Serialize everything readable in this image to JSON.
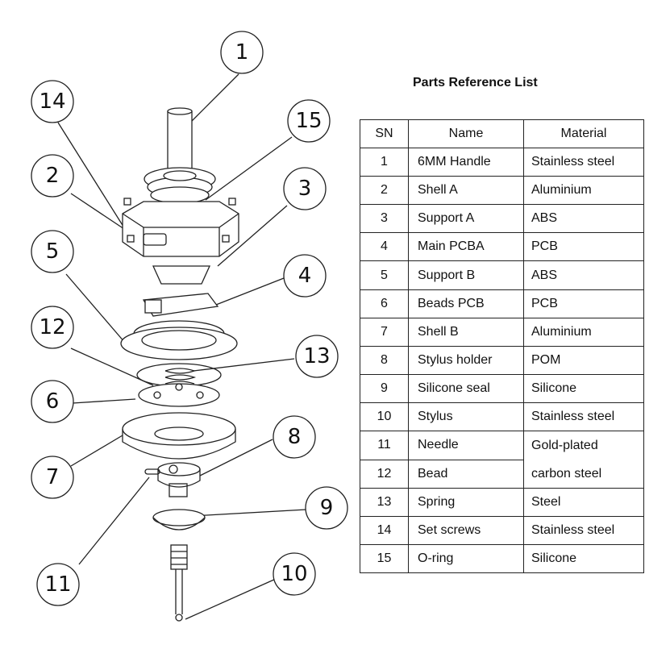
{
  "table": {
    "title": "Parts Reference List",
    "headers": {
      "sn": "SN",
      "name": "Name",
      "material": "Material"
    },
    "rows": [
      {
        "sn": "1",
        "name": "6MM Handle",
        "material": "Stainless steel"
      },
      {
        "sn": "2",
        "name": "Shell A",
        "material": "Aluminium"
      },
      {
        "sn": "3",
        "name": "Support A",
        "material": "ABS"
      },
      {
        "sn": "4",
        "name": "Main PCBA",
        "material": "PCB"
      },
      {
        "sn": "5",
        "name": "Support B",
        "material": "ABS"
      },
      {
        "sn": "6",
        "name": "Beads PCB",
        "material": "PCB"
      },
      {
        "sn": "7",
        "name": "Shell B",
        "material": "Aluminium"
      },
      {
        "sn": "8",
        "name": "Stylus holder",
        "material": "POM"
      },
      {
        "sn": "9",
        "name": "Silicone seal",
        "material": "Silicone"
      },
      {
        "sn": "10",
        "name": "Stylus",
        "material": "Stainless steel"
      },
      {
        "sn": "11",
        "name": "Needle",
        "material": ""
      },
      {
        "sn": "12",
        "name": "Bead",
        "material": ""
      },
      {
        "sn": "13",
        "name": "Spring",
        "material": "Steel"
      },
      {
        "sn": "14",
        "name": "Set screws",
        "material": "Stainless steel"
      },
      {
        "sn": "15",
        "name": "O-ring",
        "material": "Silicone"
      }
    ],
    "merged_material_line1": "Gold-plated",
    "merged_material_line2": "carbon steel"
  },
  "callouts": [
    "1",
    "14",
    "15",
    "2",
    "3",
    "5",
    "4",
    "12",
    "13",
    "6",
    "8",
    "7",
    "9",
    "11",
    "10"
  ]
}
